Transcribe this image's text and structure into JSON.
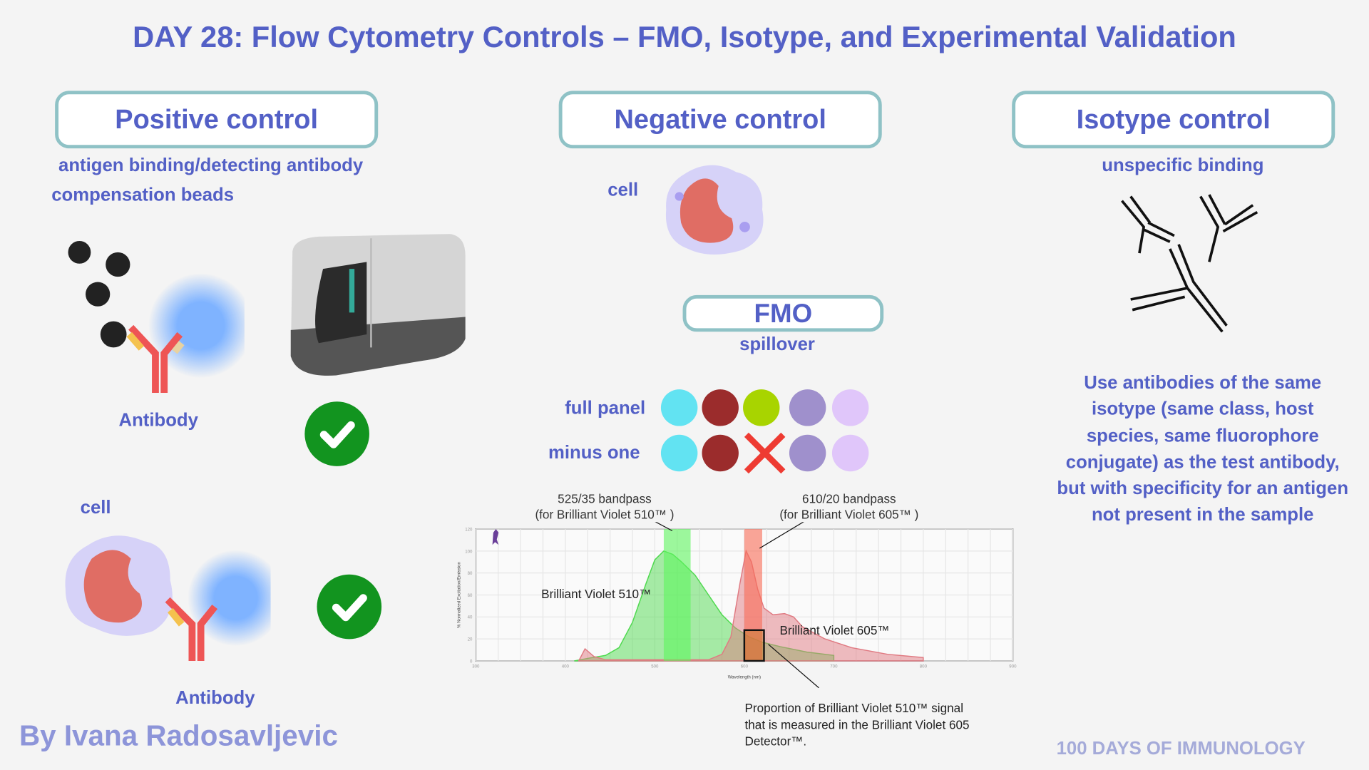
{
  "title": "DAY 28: Flow Cytometry Controls – FMO, Isotype, and Experimental Validation",
  "positive": {
    "heading": "Positive control",
    "line1": "antigen binding/detecting antibody",
    "line2": "compensation beads",
    "antibody1": "Antibody",
    "cell": "cell",
    "antibody2": "Antibody"
  },
  "negative": {
    "heading": "Negative control",
    "cell": "cell"
  },
  "fmo": {
    "heading": "FMO",
    "sub": "spillover",
    "row1": "full panel",
    "row2": "minus one",
    "colors": [
      "#62e3f2",
      "#9b2c2c",
      "#a8d400",
      "#9f90cc",
      "#e0c6fa"
    ],
    "cross_color": "#ee3b32"
  },
  "isotype": {
    "heading": "Isotype control",
    "sub": "unspecific binding",
    "description": "Use antibodies of the same isotype (same class, host species, same fluorophore conjugate) as the test antibody, but with specificity for an antigen not present in the sample"
  },
  "author": "By Ivana Radosavljevic",
  "series_name": "100 DAYS OF IMMUNOLOGY",
  "chart_data": {
    "type": "area",
    "xlabel": "Wavelength (nm)",
    "ylabel": "% Normalized Excitation/Emission",
    "xlim": [
      300,
      900
    ],
    "ylim": [
      0,
      120
    ],
    "xticks": [
      300,
      400,
      500,
      600,
      700,
      800,
      900
    ],
    "yticks": [
      0,
      20,
      40,
      60,
      80,
      100,
      120
    ],
    "grid": true,
    "series": [
      {
        "name": "Brilliant Violet 510™",
        "color": "#4fd94f",
        "x": [
          410,
          430,
          445,
          460,
          475,
          490,
          500,
          510,
          520,
          530,
          545,
          560,
          575,
          590,
          605,
          620,
          640,
          670,
          700
        ],
        "y": [
          0,
          3,
          5,
          12,
          35,
          70,
          92,
          100,
          97,
          90,
          78,
          60,
          42,
          30,
          22,
          17,
          13,
          8,
          5
        ]
      },
      {
        "name": "Brilliant Violet 605™",
        "color": "#e07a82",
        "x": [
          415,
          422,
          432,
          445,
          560,
          575,
          585,
          595,
          602,
          608,
          615,
          622,
          632,
          645,
          655,
          665,
          690,
          720,
          760,
          800
        ],
        "y": [
          0,
          11,
          4,
          1,
          1,
          6,
          22,
          70,
          100,
          90,
          65,
          48,
          42,
          43,
          40,
          31,
          20,
          12,
          6,
          3
        ]
      }
    ],
    "bands": [
      {
        "label": "525/35 bandpass",
        "sublabel": "(for Brilliant Violet 510™ )",
        "range": [
          510,
          540
        ],
        "color": "#5ef55e"
      },
      {
        "label": "610/20 bandpass",
        "sublabel": "(for Brilliant Violet 605™ )",
        "range": [
          600,
          620
        ],
        "color": "#f86a55"
      }
    ],
    "annotation": "Proportion of Brilliant Violet 510™ signal that is measured in the Brilliant Violet 605 Detector™."
  }
}
